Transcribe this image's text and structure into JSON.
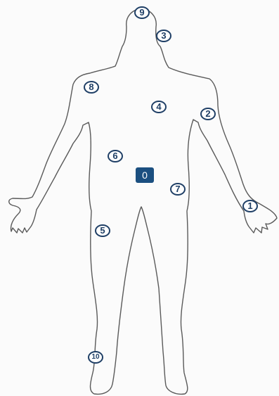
{
  "diagram": {
    "outline_color": "#5a5a5a",
    "marker_color": "#1f3f66",
    "selected_marker_color": "#1b4f80",
    "markers": [
      {
        "key": "m9",
        "label": "9",
        "selected": false
      },
      {
        "key": "m3",
        "label": "3",
        "selected": false
      },
      {
        "key": "m8",
        "label": "8",
        "selected": false
      },
      {
        "key": "m4",
        "label": "4",
        "selected": false
      },
      {
        "key": "m2",
        "label": "2",
        "selected": false
      },
      {
        "key": "m6",
        "label": "6",
        "selected": false
      },
      {
        "key": "m0",
        "label": "0",
        "selected": true
      },
      {
        "key": "m7",
        "label": "7",
        "selected": false
      },
      {
        "key": "m1",
        "label": "1",
        "selected": false
      },
      {
        "key": "m5",
        "label": "5",
        "selected": false
      },
      {
        "key": "m10",
        "label": "10",
        "selected": false
      }
    ]
  }
}
